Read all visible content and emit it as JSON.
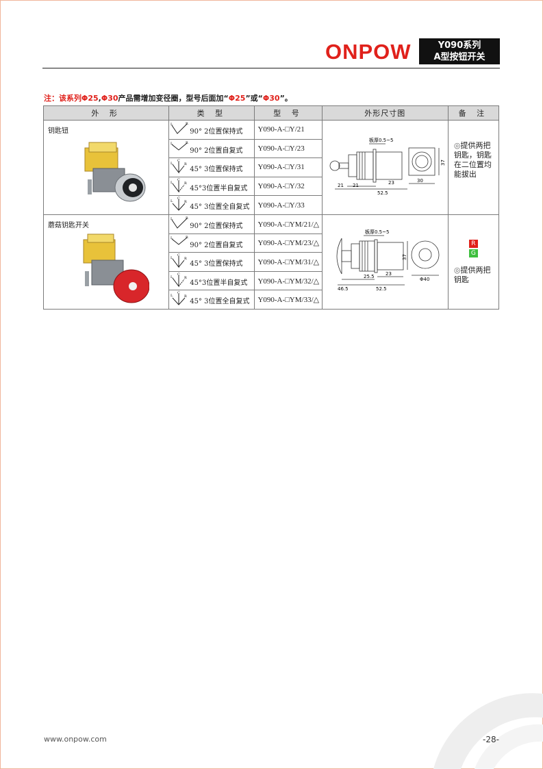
{
  "header": {
    "brand": "ONPOW",
    "series_line1": "Y090系列",
    "series_line2": "A型按钮开关"
  },
  "note": {
    "prefix": "注：该系列",
    "phi25": "Φ25",
    "sep": ",",
    "phi30": "Φ30",
    "mid": "产品需增加变径圈，型号后面加“",
    "q1": "Φ25",
    "mid2": "”或“",
    "q2": "Φ30",
    "end": "”。"
  },
  "table": {
    "headers": [
      "外 形",
      "类 型",
      "型 号",
      "外形尺寸图",
      "备 注"
    ],
    "groups": [
      {
        "name": "钥匙钮",
        "rows": [
          {
            "type": "90° 2位置保持式",
            "model": "Y090-A-□Y/21"
          },
          {
            "type": "90° 2位置自复式",
            "model": "Y090-A-□Y/23"
          },
          {
            "type": "45° 3位置保持式",
            "model": "Y090-A-□Y/31"
          },
          {
            "type": "45°3位置半自复式",
            "model": "Y090-A-□Y/32"
          },
          {
            "type": "45° 3位置全自复式",
            "model": "Y090-A-□Y/33"
          }
        ],
        "dims": {
          "panel": "板厚0.5~5",
          "d1": "21",
          "d2": "21",
          "d3": "23",
          "d4": "52.5",
          "d5": "30",
          "d6": "37"
        },
        "remark": "提供两把钥匙，钥匙在二位置均能拔出"
      },
      {
        "name": "蘑菇钥匙开关",
        "rows": [
          {
            "type": "90° 2位置保持式",
            "model": "Y090-A-□YM/21/△"
          },
          {
            "type": "90° 2位置自复式",
            "model": "Y090-A-□YM/23/△"
          },
          {
            "type": "45° 3位置保持式",
            "model": "Y090-A-□YM/31/△"
          },
          {
            "type": "45°3位置半自复式",
            "model": "Y090-A-□YM/32/△"
          },
          {
            "type": "45° 3位置全自复式",
            "model": "Y090-A-□YM/33/△"
          }
        ],
        "dims": {
          "panel": "板厚0.5~5",
          "d1": "46.5",
          "d2": "25.5",
          "d3": "23",
          "d4": "52.5",
          "d5": "Φ40",
          "d6": "37"
        },
        "badge_r": "R",
        "badge_g": "G",
        "remark": "提供两把钥匙"
      }
    ]
  },
  "footer": {
    "url": "www.onpow.com",
    "page": "-28-"
  },
  "colors": {
    "accent": "#e0211b",
    "badge_green": "#3fbf3f"
  }
}
